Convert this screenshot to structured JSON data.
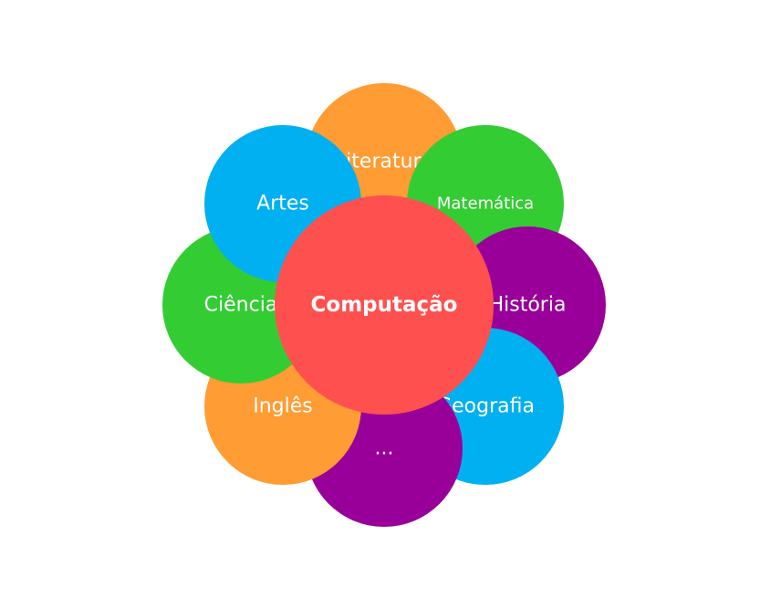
{
  "diagram": {
    "center": {
      "label": "Computação",
      "color": "#ff5050"
    },
    "nodes": [
      {
        "label": "Literatura",
        "color": "#ff9c33"
      },
      {
        "label": "Matemática",
        "color": "#33cc33"
      },
      {
        "label": "História",
        "color": "#990099"
      },
      {
        "label": "Geografia",
        "color": "#00b0f0"
      },
      {
        "label": "...",
        "color": "#990099"
      },
      {
        "label": "Inglês",
        "color": "#ff9c33"
      },
      {
        "label": "Ciência",
        "color": "#33cc33"
      },
      {
        "label": "Artes",
        "color": "#00b0f0"
      }
    ],
    "connector_color": "#c0504d"
  }
}
